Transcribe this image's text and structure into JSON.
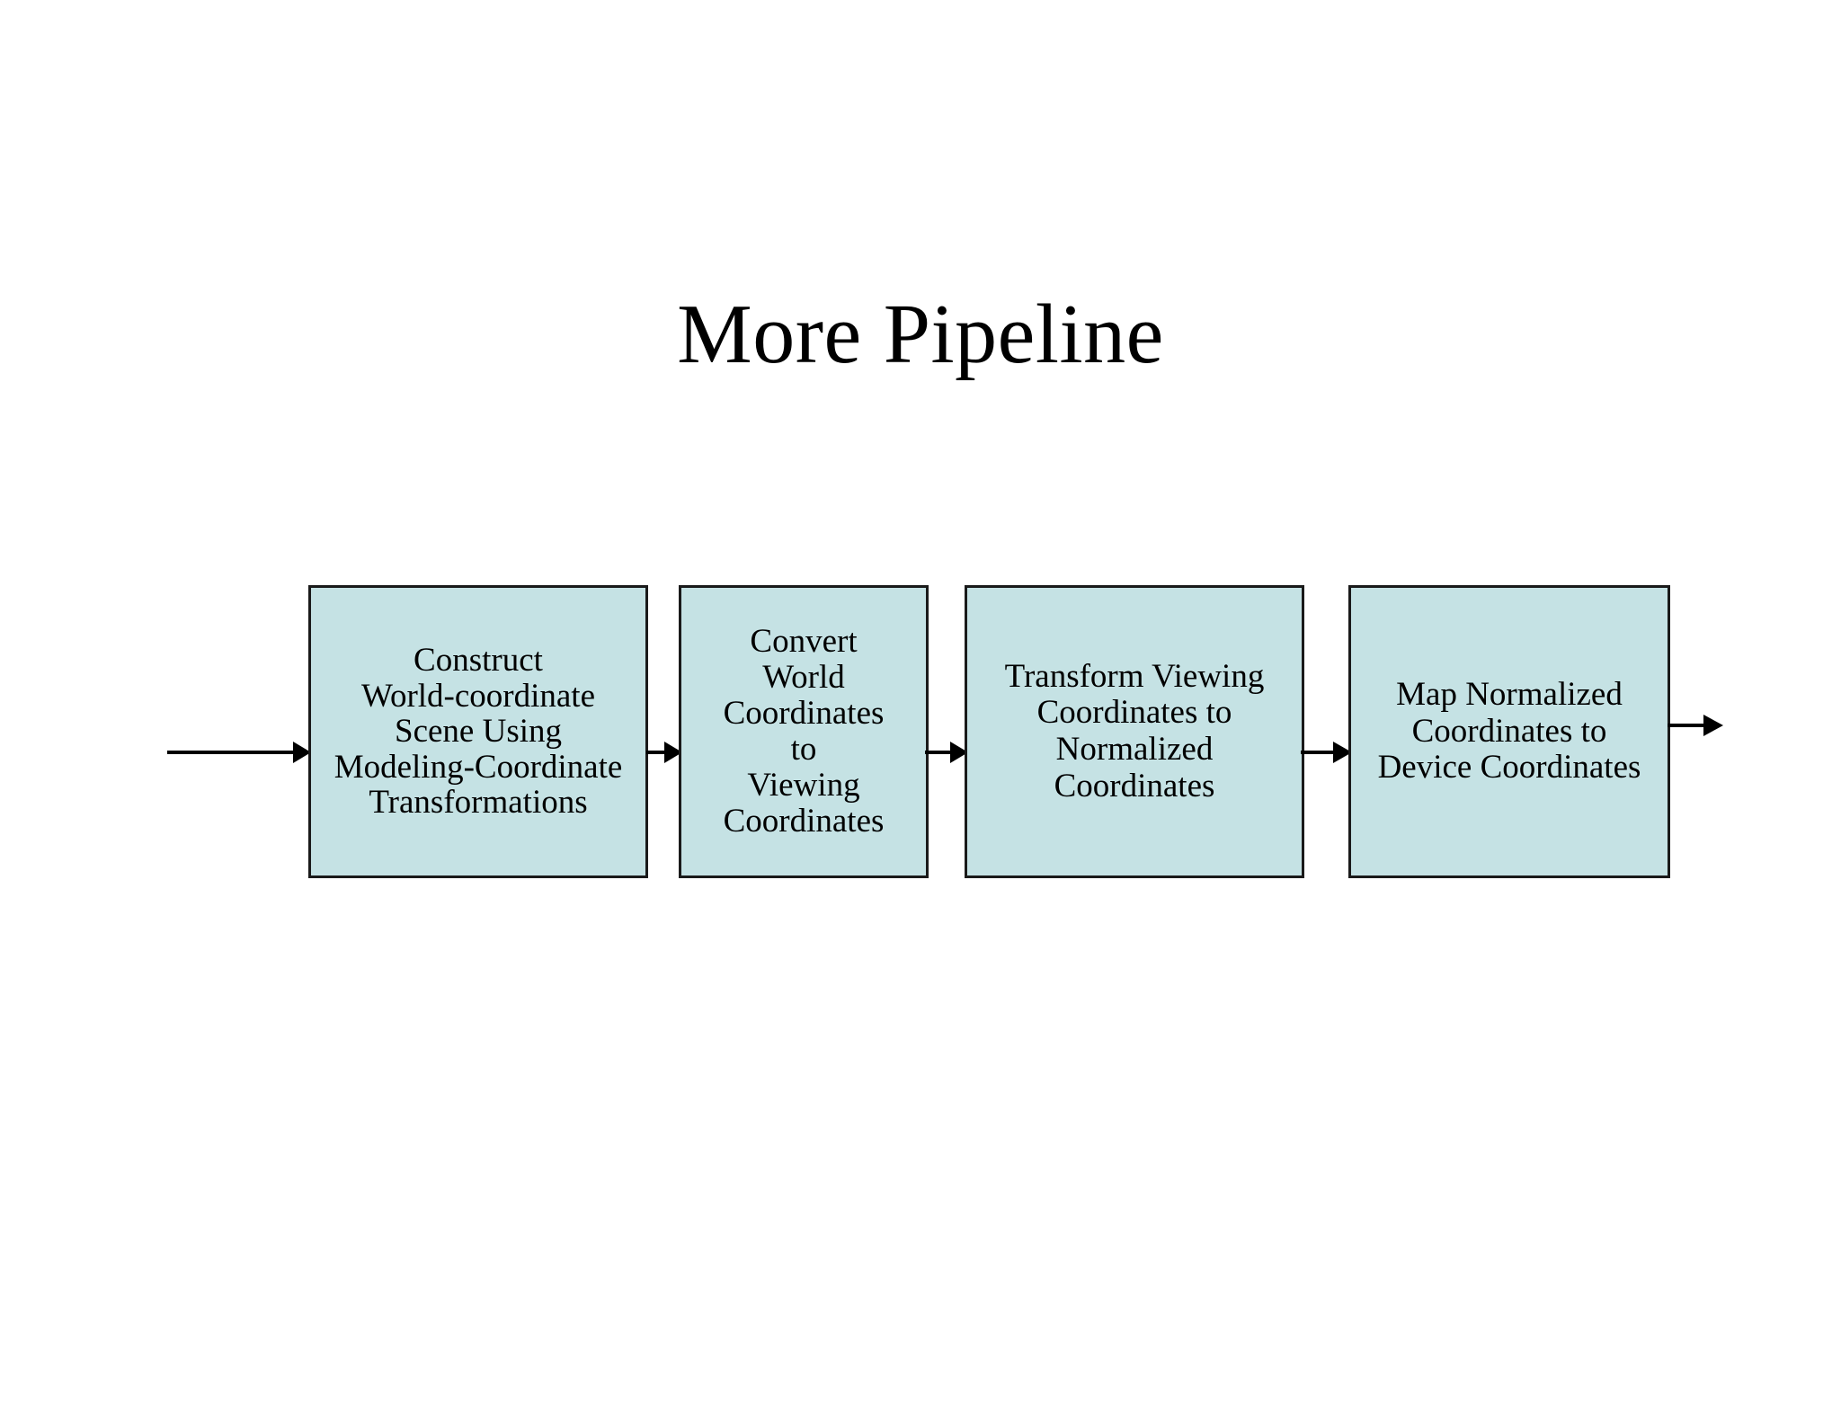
{
  "slide": {
    "title": "More Pipeline",
    "background_color": "#ffffff",
    "text_color": "#000000"
  },
  "diagram": {
    "type": "flow-pipeline",
    "orientation": "left-to-right",
    "box_fill_color": "#c5e2e4",
    "box_border_color": "#1a1a1a",
    "arrow_color": "#000000",
    "stages": [
      {
        "id": "stage-1",
        "label": "Construct\nWorld-coordinate\nScene Using\nModeling-Coordinate\nTransformations",
        "lines": [
          "Construct",
          "World-coordinate",
          "Scene Using",
          "Modeling-Coordinate",
          "Transformations"
        ]
      },
      {
        "id": "stage-2",
        "label": "Convert\nWorld\nCoordinates\nto\nViewing\nCoordinates",
        "lines": [
          "Convert",
          "World",
          "Coordinates",
          "to",
          "Viewing",
          "Coordinates"
        ]
      },
      {
        "id": "stage-3",
        "label": "Transform Viewing\nCoordinates to\nNormalized\nCoordinates",
        "lines": [
          "Transform Viewing",
          "Coordinates to",
          "Normalized",
          "Coordinates"
        ]
      },
      {
        "id": "stage-4",
        "label": "Map Normalized\nCoordinates to\nDevice Coordinates",
        "lines": [
          "Map Normalized",
          "Coordinates to",
          "Device Coordinates"
        ]
      }
    ],
    "connectors": [
      {
        "id": "arrow-in",
        "from": "input",
        "to": "stage-1"
      },
      {
        "id": "arrow-1-2",
        "from": "stage-1",
        "to": "stage-2"
      },
      {
        "id": "arrow-2-3",
        "from": "stage-2",
        "to": "stage-3"
      },
      {
        "id": "arrow-3-4",
        "from": "stage-3",
        "to": "stage-4"
      },
      {
        "id": "arrow-out",
        "from": "stage-4",
        "to": "output"
      }
    ]
  }
}
